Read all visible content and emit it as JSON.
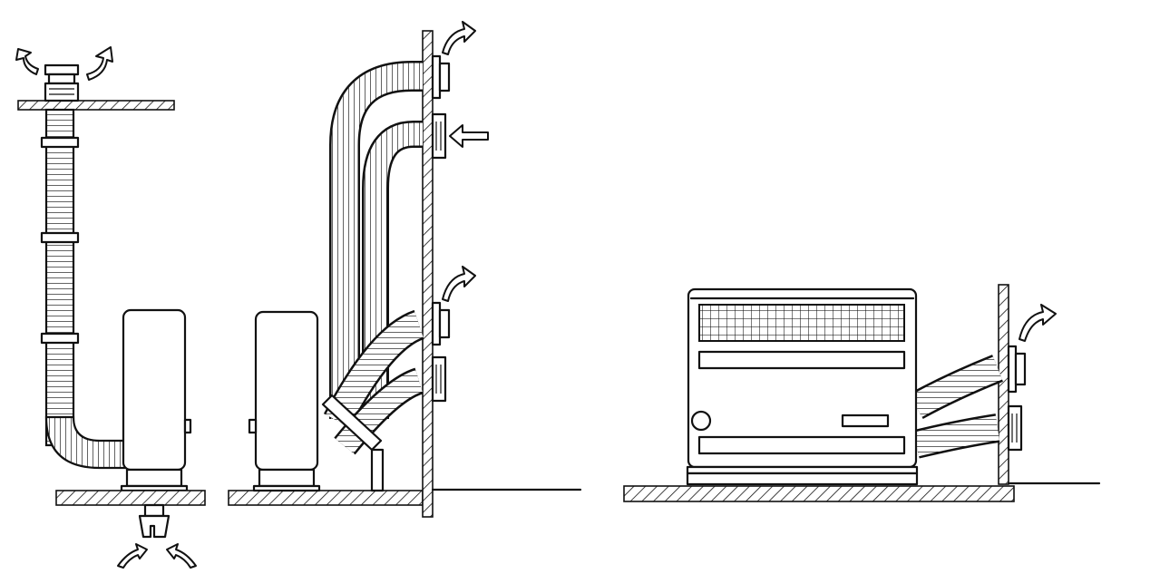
{
  "figure": {
    "panels": [
      {
        "id": "roof-flue-installation",
        "exhaust_arrows": 2,
        "intake_arrows": 2
      },
      {
        "id": "wall-flue-twin-hose-installation",
        "exhaust_arrows": 2,
        "intake_arrows": 1
      },
      {
        "id": "wall-heater-installation",
        "exhaust_arrows": 1,
        "intake_arrows": 0
      }
    ],
    "colors": {
      "line": "#111111",
      "background": "#ffffff"
    }
  }
}
